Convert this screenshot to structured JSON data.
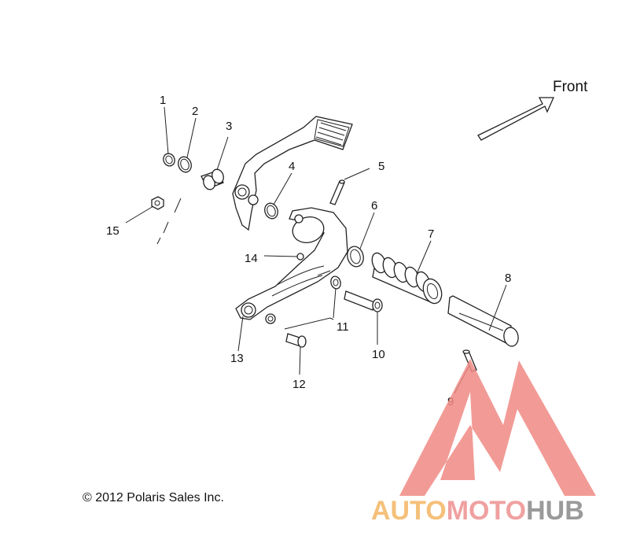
{
  "direction": {
    "label": "Front"
  },
  "callouts": [
    "1",
    "2",
    "3",
    "4",
    "5",
    "6",
    "7",
    "8",
    "9",
    "10",
    "11",
    "12",
    "13",
    "14",
    "15"
  ],
  "copyright": "© 2012 Polaris Sales Inc.",
  "watermark": {
    "part1": "AUTO",
    "part2": "MOTO",
    "part3": "HUB",
    "color_auto": "#f5c07a",
    "color_moto": "#f0a0a0",
    "color_hub": "#9a9a9a",
    "logo_color": "#f08a84"
  }
}
